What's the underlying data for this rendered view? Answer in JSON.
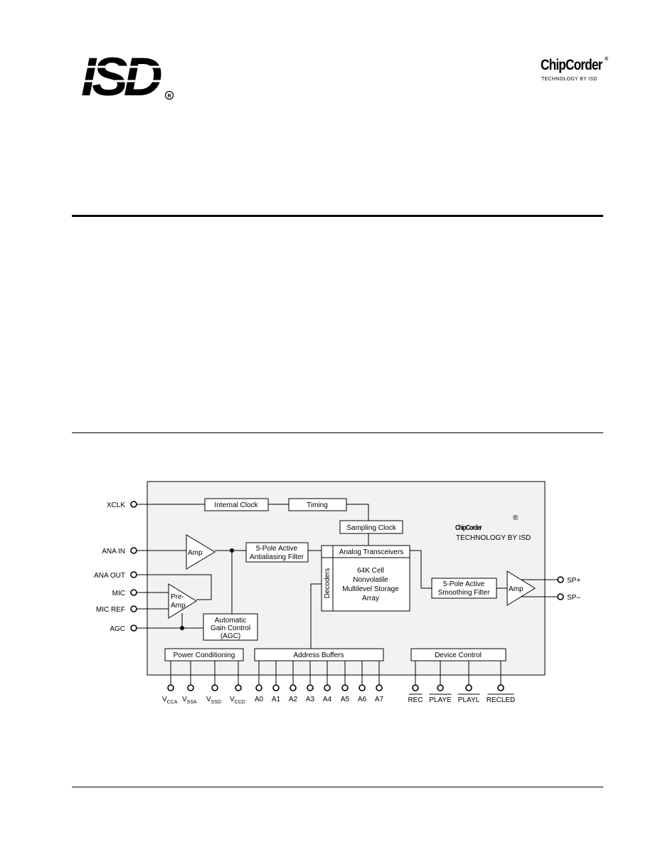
{
  "header": {
    "isd_logo_text": "ISD",
    "registered_mark": "®",
    "brand_name": "ChipCorder",
    "brand_tagline": "TECHNOLOGY BY ISD"
  },
  "diagram": {
    "inner_brand_name": "ChipCorder",
    "inner_brand_reg": "®",
    "inner_brand_tagline": "TECHNOLOGY BY ISD",
    "left_pins": {
      "xclk": "XCLK",
      "ana_in": "ANA IN",
      "ana_out": "ANA OUT",
      "mic": "MIC",
      "mic_ref": "MIC REF",
      "agc": "AGC"
    },
    "right_pins": {
      "sp_plus": "SP+",
      "sp_minus": "SP–"
    },
    "blocks": {
      "internal_clock": "Internal Clock",
      "timing": "Timing",
      "sampling_clock": "Sampling Clock",
      "amp_in": "Amp",
      "antialias_1": "5-Pole Active",
      "antialias_2": "Antialiasing Filter",
      "analog_transceivers": "Analog Transceivers",
      "decoders": "Decoders",
      "array_1": "64K Cell",
      "array_2": "Nonvolatile",
      "array_3": "Multilevel Storage",
      "array_4": "Array",
      "smoothing_1": "5-Pole Active",
      "smoothing_2": "Smoothing Filter",
      "amp_out": "Amp",
      "preamp_1": "Pre-",
      "preamp_2": "Amp",
      "agc_1": "Automatic",
      "agc_2": "Gain Control",
      "agc_3": "(AGC)",
      "power_conditioning": "Power Conditioning",
      "address_buffers": "Address Buffers",
      "device_control": "Device Control"
    },
    "power_pins": [
      {
        "main": "V",
        "sub": "CCA"
      },
      {
        "main": "V",
        "sub": "SSA"
      },
      {
        "main": "V",
        "sub": "SSD"
      },
      {
        "main": "V",
        "sub": "CCD"
      }
    ],
    "address_pins": [
      "A0",
      "A1",
      "A2",
      "A3",
      "A4",
      "A5",
      "A6",
      "A7"
    ],
    "control_pins": [
      "REC",
      "PLAYE",
      "PLAYL",
      "RECLED"
    ]
  }
}
